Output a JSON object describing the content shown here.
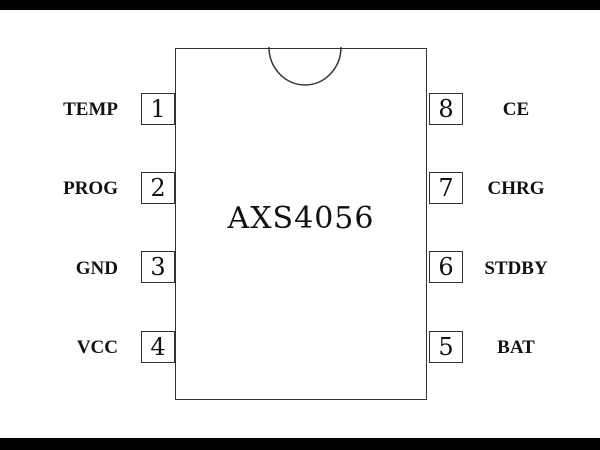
{
  "chip": {
    "part_number": "AXS4056"
  },
  "pins_left": [
    {
      "number": "1",
      "label": "TEMP"
    },
    {
      "number": "2",
      "label": "PROG"
    },
    {
      "number": "3",
      "label": "GND"
    },
    {
      "number": "4",
      "label": "VCC"
    }
  ],
  "pins_right": [
    {
      "number": "8",
      "label": "CE"
    },
    {
      "number": "7",
      "label": "CHRG"
    },
    {
      "number": "6",
      "label": "STDBY"
    },
    {
      "number": "5",
      "label": "BAT"
    }
  ],
  "colors": {
    "frame_band": "#000000",
    "background": "#ffffff",
    "line": "#333333",
    "text": "#111111"
  }
}
